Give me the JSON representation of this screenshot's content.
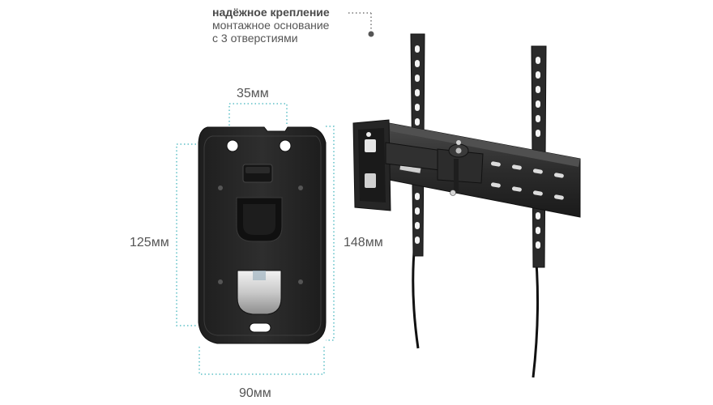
{
  "callout": {
    "title": "надёжное крепление",
    "line1": "монтажное основание",
    "line2": "с 3 отверстиями"
  },
  "dimensions": {
    "top_width": "35мм",
    "inner_height": "125мм",
    "outer_height": "148мм",
    "bottom_width": "90мм"
  },
  "colors": {
    "dimension_line": "#5fc0c7",
    "metal": "#2b2b2b",
    "text": "#555555",
    "callout_dot": "#555555"
  }
}
